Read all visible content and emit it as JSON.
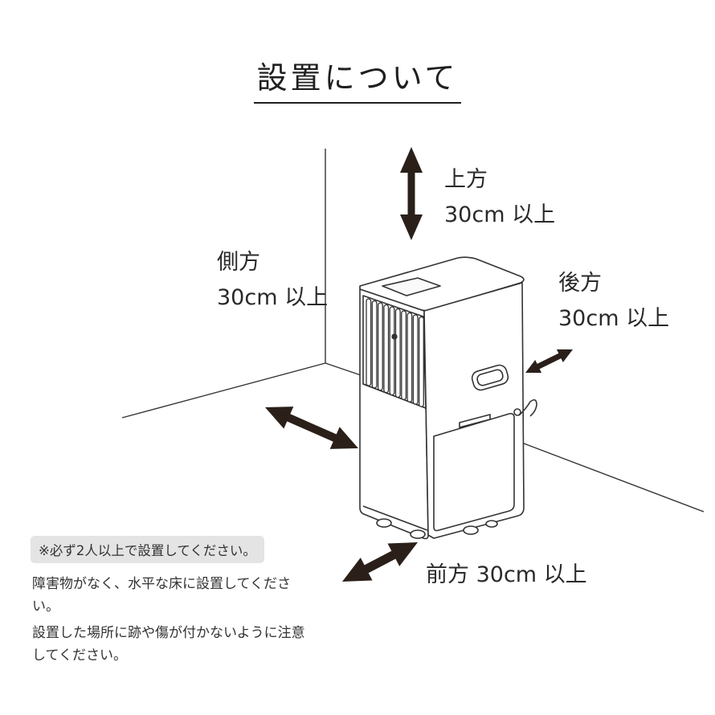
{
  "title": "設置について",
  "labels": {
    "top": {
      "direction": "上方",
      "distance": "30cm 以上"
    },
    "side": {
      "direction": "側方",
      "distance": "30cm 以上"
    },
    "back": {
      "direction": "後方",
      "distance": "30cm 以上"
    },
    "front": "前方 30cm 以上"
  },
  "notice": "※必ず2人以上で設置してください。",
  "notes": [
    "障害物がなく、水平な床に設置してください。",
    "設置した場所に跡や傷が付かないように注意してください。"
  ],
  "colors": {
    "line": "#333333",
    "arrow": "#2a2019",
    "notice_bg": "#e4e4e4"
  }
}
